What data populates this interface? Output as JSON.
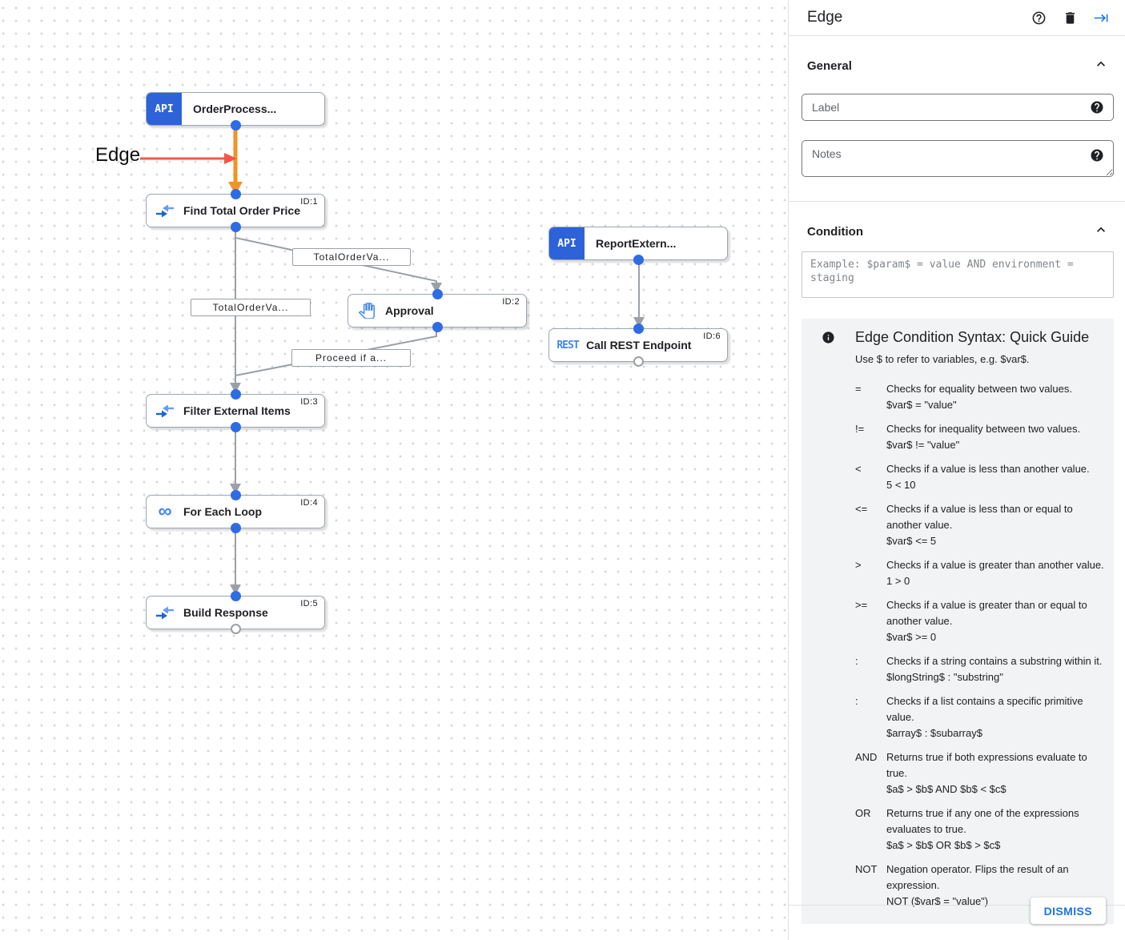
{
  "canvas": {
    "annotation": {
      "label": "Edge"
    },
    "nodes": {
      "order_process": {
        "badge": "API",
        "label": "OrderProcess..."
      },
      "report_extern": {
        "badge": "API",
        "label": "ReportExtern..."
      },
      "find_total": {
        "id": "ID:1",
        "label": "Find Total Order Price"
      },
      "approval": {
        "id": "ID:2",
        "label": "Approval"
      },
      "filter_items": {
        "id": "ID:3",
        "label": "Filter External Items"
      },
      "for_each": {
        "id": "ID:4",
        "label": "For Each Loop"
      },
      "build_response": {
        "id": "ID:5",
        "label": "Build Response"
      },
      "call_rest": {
        "id": "ID:6",
        "badge": "REST",
        "label": "Call REST Endpoint"
      }
    },
    "edge_labels": {
      "to_approval": "TotalOrderVa...",
      "to_filter": "TotalOrderVa...",
      "from_approval": "Proceed if a..."
    },
    "icons": {
      "loop_glyph": "∞"
    }
  },
  "panel": {
    "header": {
      "title": "Edge"
    },
    "sections": {
      "general": {
        "title": "General",
        "label_placeholder": "Label",
        "notes_placeholder": "Notes"
      },
      "condition": {
        "title": "Condition",
        "placeholder": "Example: $param$ = value AND environment = staging"
      }
    },
    "guide": {
      "title": "Edge Condition Syntax: Quick Guide",
      "subtitle": "Use $ to refer to variables, e.g. $var$.",
      "rows": [
        {
          "op": "=",
          "desc": "Checks for equality between two values.",
          "example": "$var$ = \"value\""
        },
        {
          "op": "!=",
          "desc": "Checks for inequality between two values.",
          "example": "$var$ != \"value\""
        },
        {
          "op": "<",
          "desc": "Checks if a value is less than another value.",
          "example": "5 < 10"
        },
        {
          "op": "<=",
          "desc": "Checks if a value is less than or equal to another value.",
          "example": "$var$ <= 5"
        },
        {
          "op": ">",
          "desc": "Checks if a value is greater than another value.",
          "example": "1 > 0"
        },
        {
          "op": ">=",
          "desc": "Checks if a value is greater than or equal to another value.",
          "example": "$var$ >= 0"
        },
        {
          "op": ":",
          "desc": "Checks if a string contains a substring within it.",
          "example": "$longString$ : \"substring\""
        },
        {
          "op": ":",
          "desc": "Checks if a list contains a specific primitive value.",
          "example": "$array$ : $subarray$"
        },
        {
          "op": "AND",
          "desc": "Returns true if both expressions evaluate to true.",
          "example": "$a$ > $b$ AND $b$ < $c$"
        },
        {
          "op": "OR",
          "desc": "Returns true if any one of the expressions evaluates to true.",
          "example": "$a$ > $b$ OR $b$ > $c$"
        },
        {
          "op": "NOT",
          "desc": "Negation operator. Flips the result of an expression.",
          "example": "NOT ($var$ = \"value\")"
        }
      ]
    },
    "footer": {
      "dismiss": "DISMISS"
    }
  },
  "colors": {
    "accent_blue": "#1a73e8",
    "trigger_badge_blue": "#2d62d9",
    "icon_blue": "#4285f4",
    "connector_blue": "#2e6ce4",
    "edge_gray": "#9aa0a6",
    "edge_orange": "#f09426",
    "annotation_red": "#f4564a",
    "guide_bg": "#f1f3f4"
  }
}
